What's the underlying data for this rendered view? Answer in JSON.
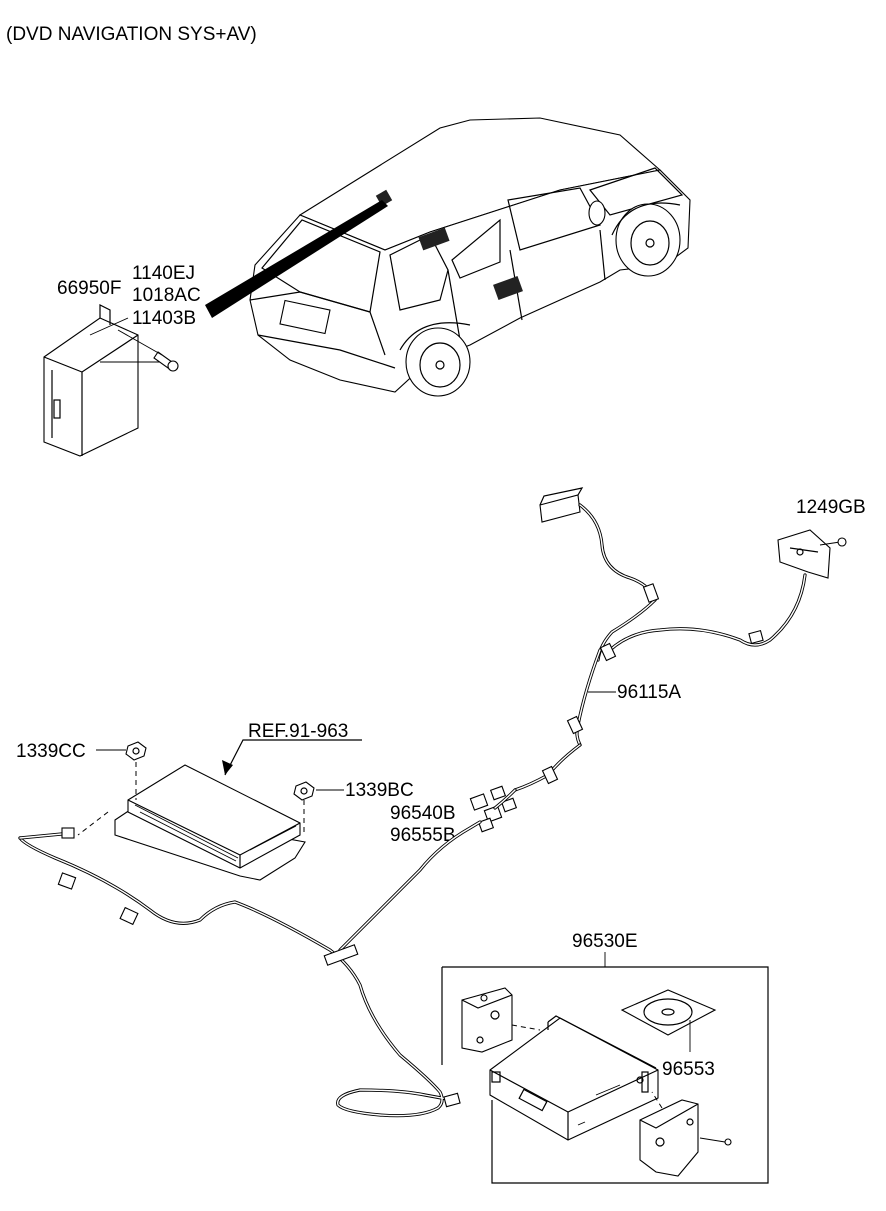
{
  "diagram": {
    "title": "(DVD NAVIGATION SYS+AV)",
    "labels": {
      "p66950F": "66950F",
      "p1140EJ": "1140EJ",
      "p1018AC": "1018AC",
      "p11403B": "11403B",
      "p1249GB": "1249GB",
      "p96115A": "96115A",
      "ref": "REF.91-963",
      "p1339CC": "1339CC",
      "p1339BC": "1339BC",
      "p96540B": "96540B",
      "p96555B": "96555B",
      "p96530E": "96530E",
      "p96553": "96553"
    }
  }
}
